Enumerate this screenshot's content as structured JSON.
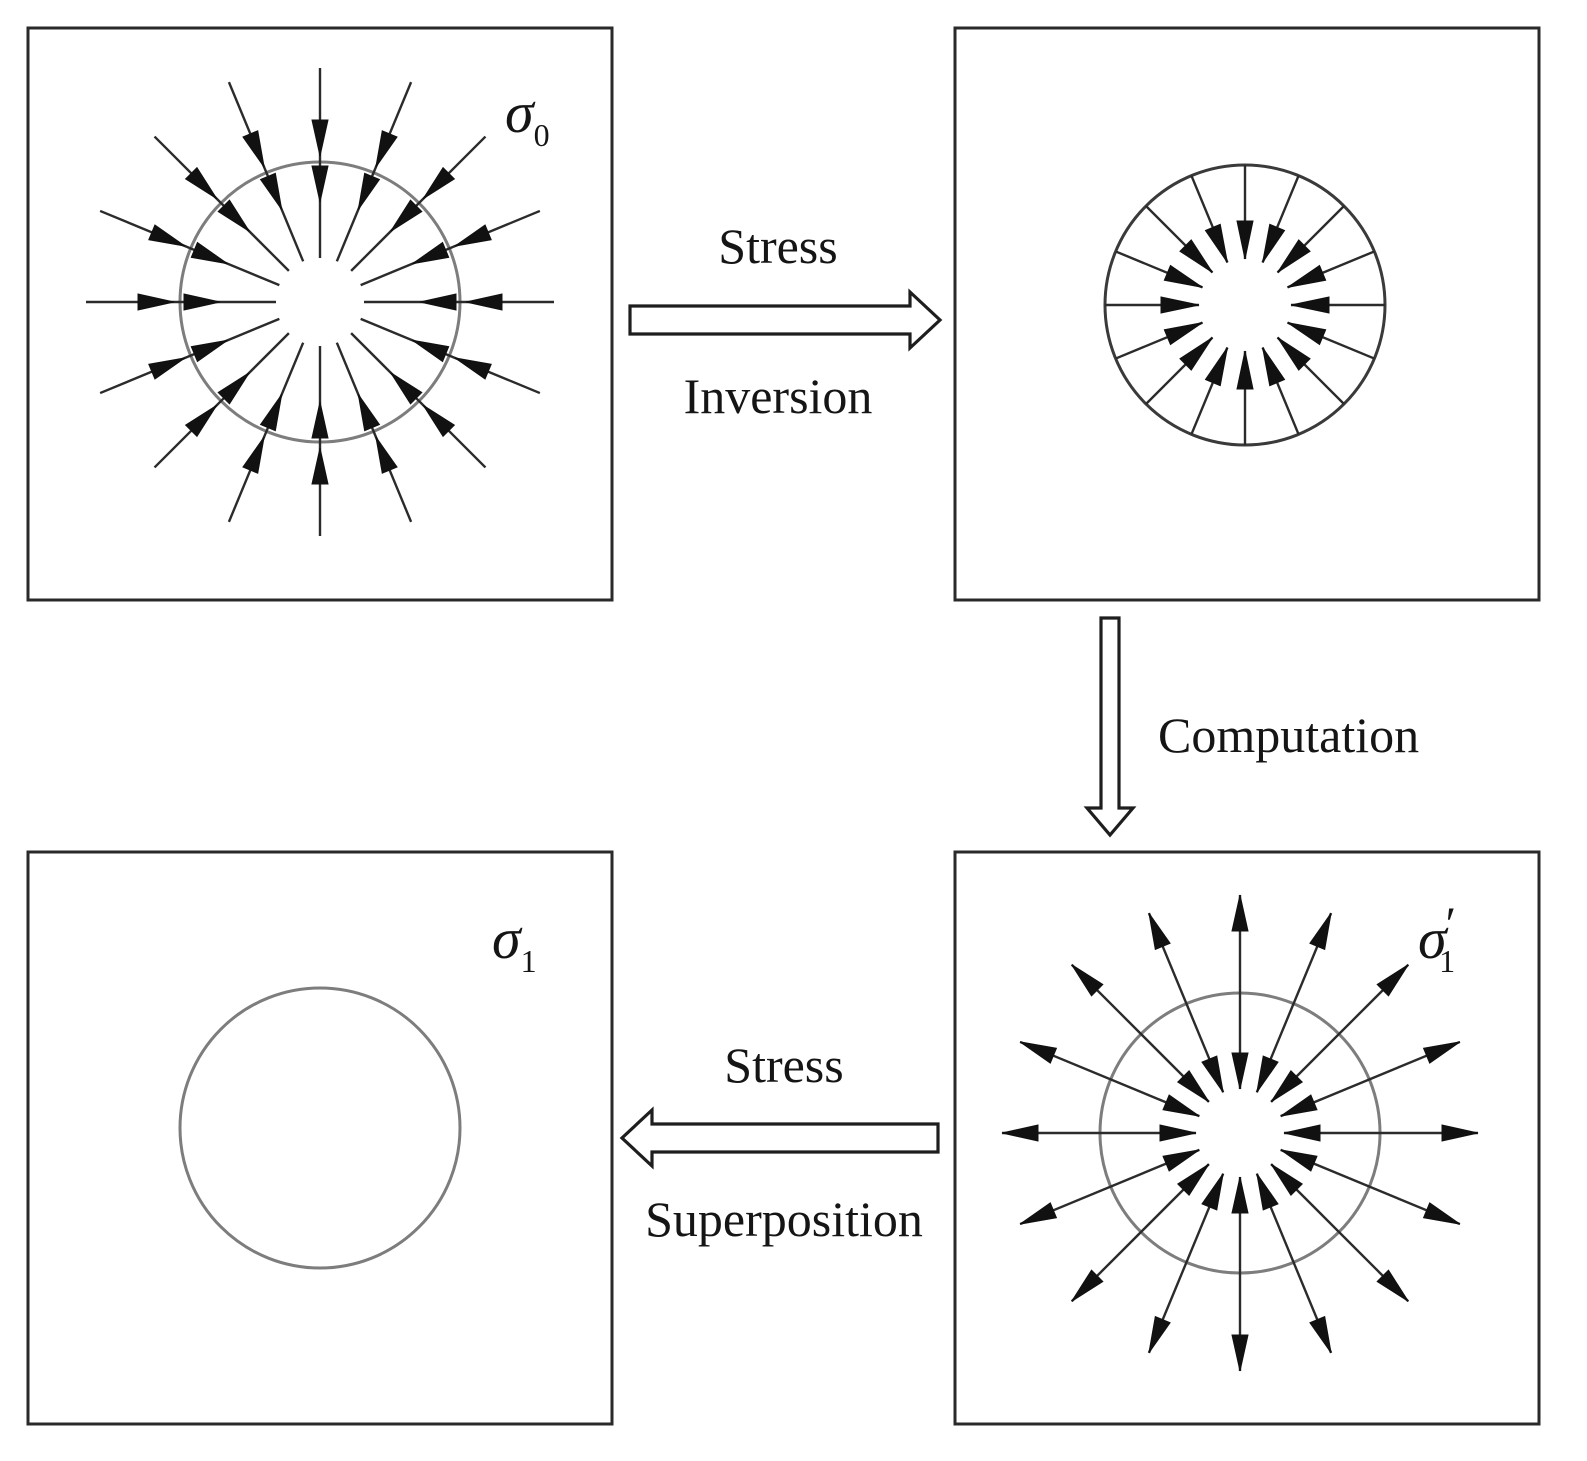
{
  "panels": {
    "initial": {
      "symbol": "σ",
      "subscript": "0"
    },
    "inverted": {
      "symbol": "",
      "subscript": ""
    },
    "final": {
      "symbol": "σ",
      "subscript": "1"
    },
    "computed": {
      "symbol": "σ",
      "prime": "′",
      "subscript": "1"
    }
  },
  "arrows": {
    "inversion": {
      "line1": "Stress",
      "line2": "Inversion"
    },
    "computation": {
      "line1": "Computation"
    },
    "superposition": {
      "line1": "Stress",
      "line2": "Superposition"
    }
  },
  "colors": {
    "ink": "#151515",
    "circle": "#7d7d7d",
    "background": "#ffffff"
  }
}
